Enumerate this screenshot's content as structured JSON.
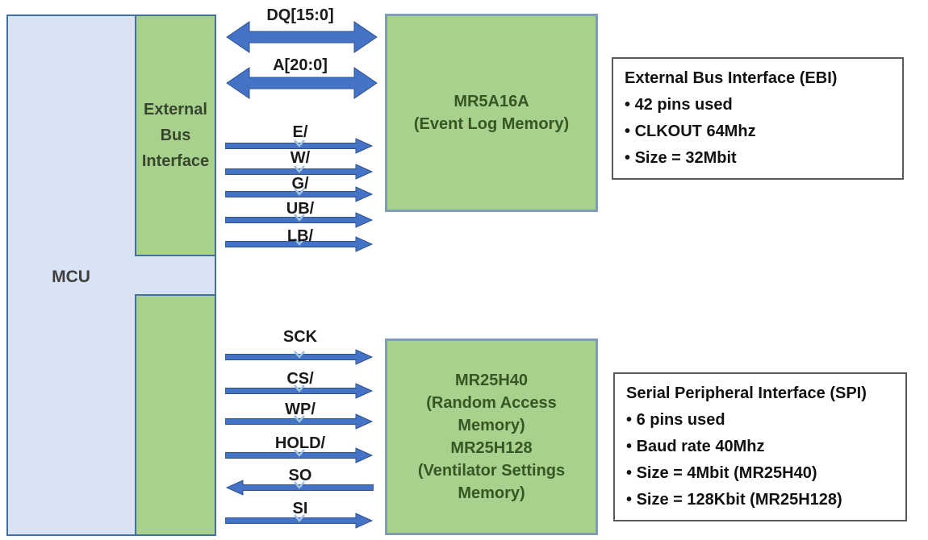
{
  "blocks": {
    "mcu": {
      "label": "MCU"
    },
    "ebi_interface": {
      "label": "External Bus Interface"
    },
    "event_log_memory": {
      "lines": [
        "MR5A16A",
        "(Event Log Memory)"
      ]
    },
    "settings_memory": {
      "lines": [
        "MR25H40",
        "(Random Access",
        "Memory)",
        "MR25H128",
        "(Ventilator Settings",
        "Memory)"
      ]
    }
  },
  "signals": {
    "ebi": [
      {
        "label": "DQ[15:0]",
        "direction": "bidirectional"
      },
      {
        "label": "A[20:0]",
        "direction": "bidirectional"
      },
      {
        "label": "E/",
        "direction": "right"
      },
      {
        "label": "W/",
        "direction": "right"
      },
      {
        "label": "G/",
        "direction": "right"
      },
      {
        "label": "UB/",
        "direction": "right"
      },
      {
        "label": "LB/",
        "direction": "right"
      }
    ],
    "spi": [
      {
        "label": "SCK",
        "direction": "right"
      },
      {
        "label": "CS/",
        "direction": "right"
      },
      {
        "label": "WP/",
        "direction": "right"
      },
      {
        "label": "HOLD/",
        "direction": "right"
      },
      {
        "label": "SO",
        "direction": "left"
      },
      {
        "label": "SI",
        "direction": "right"
      }
    ]
  },
  "info_boxes": {
    "ebi": {
      "title": "External Bus Interface (EBI)",
      "bullets": [
        "42 pins used",
        "CLKOUT 64Mhz",
        "Size = 32Mbit"
      ]
    },
    "spi": {
      "title": "Serial Peripheral Interface (SPI)",
      "bullets": [
        "6 pins used",
        "Baud rate 40Mhz",
        "Size = 4Mbit (MR25H40)",
        "Size = 128Kbit (MR25H128)"
      ]
    }
  },
  "colors": {
    "mcu_fill": "#dae3f3",
    "block_green": "#a9d18e",
    "block_border": "#41719c",
    "memory_border": "#7f9db9",
    "arrow_blue": "#4472c4",
    "arrow_outline": "#2f528f",
    "chevron_blue": "#9dc3e6"
  }
}
